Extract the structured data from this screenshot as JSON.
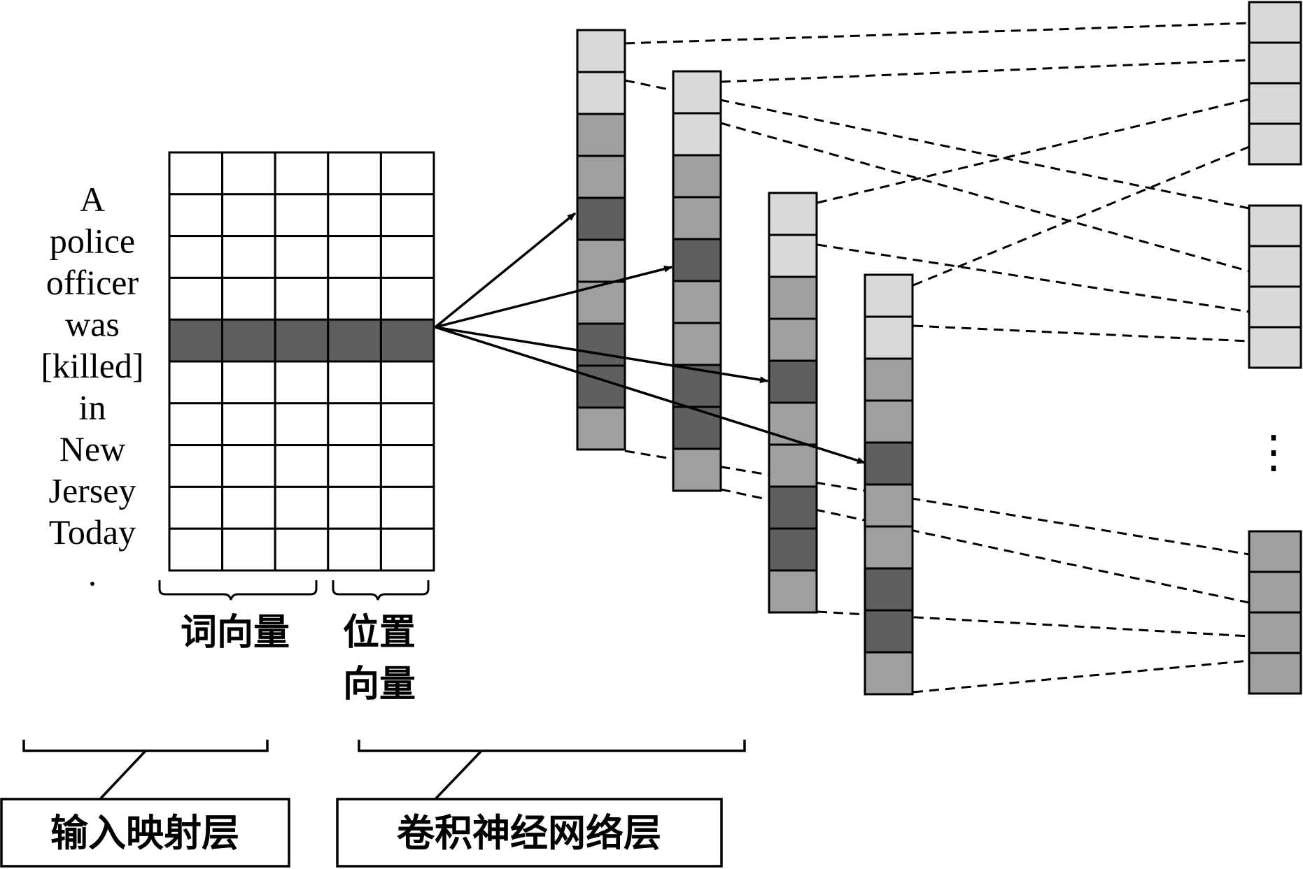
{
  "sentence": {
    "words": [
      "A",
      "police",
      "officer",
      "was",
      "[killed]",
      "in",
      "New",
      "Jersey",
      "Today",
      "."
    ]
  },
  "input_matrix": {
    "rows": 10,
    "cols": 5,
    "highlighted_row": 4,
    "label_word_vector": "词向量",
    "label_position_vector_line1": "位置",
    "label_position_vector_line2": "向量"
  },
  "feature_columns": [
    {
      "id": "col1",
      "cells": [
        "l",
        "l",
        "m",
        "m",
        "d",
        "m",
        "m",
        "d",
        "d",
        "m"
      ]
    },
    {
      "id": "col2",
      "cells": [
        "l",
        "l",
        "m",
        "m",
        "d",
        "m",
        "m",
        "d",
        "d",
        "m"
      ]
    },
    {
      "id": "col3",
      "cells": [
        "l",
        "l",
        "m",
        "m",
        "d",
        "m",
        "m",
        "d",
        "d",
        "m"
      ]
    },
    {
      "id": "col4",
      "cells": [
        "l",
        "l",
        "m",
        "m",
        "d",
        "m",
        "m",
        "d",
        "d",
        "m"
      ]
    }
  ],
  "output_columns": [
    {
      "id": "out1",
      "shade": "l",
      "cells": 4
    },
    {
      "id": "out2",
      "shade": "l",
      "cells": 4
    },
    {
      "id": "out3",
      "shade": "m",
      "cells": 4
    }
  ],
  "ellipsis": "⋮",
  "layers": {
    "input_mapping": "输入映射层",
    "cnn": "卷积神经网络层"
  },
  "colors": {
    "light": "#d9d9d9",
    "medium": "#9f9f9f",
    "dark": "#5f5f5f",
    "stroke": "#000000",
    "background": "#ffffff"
  }
}
